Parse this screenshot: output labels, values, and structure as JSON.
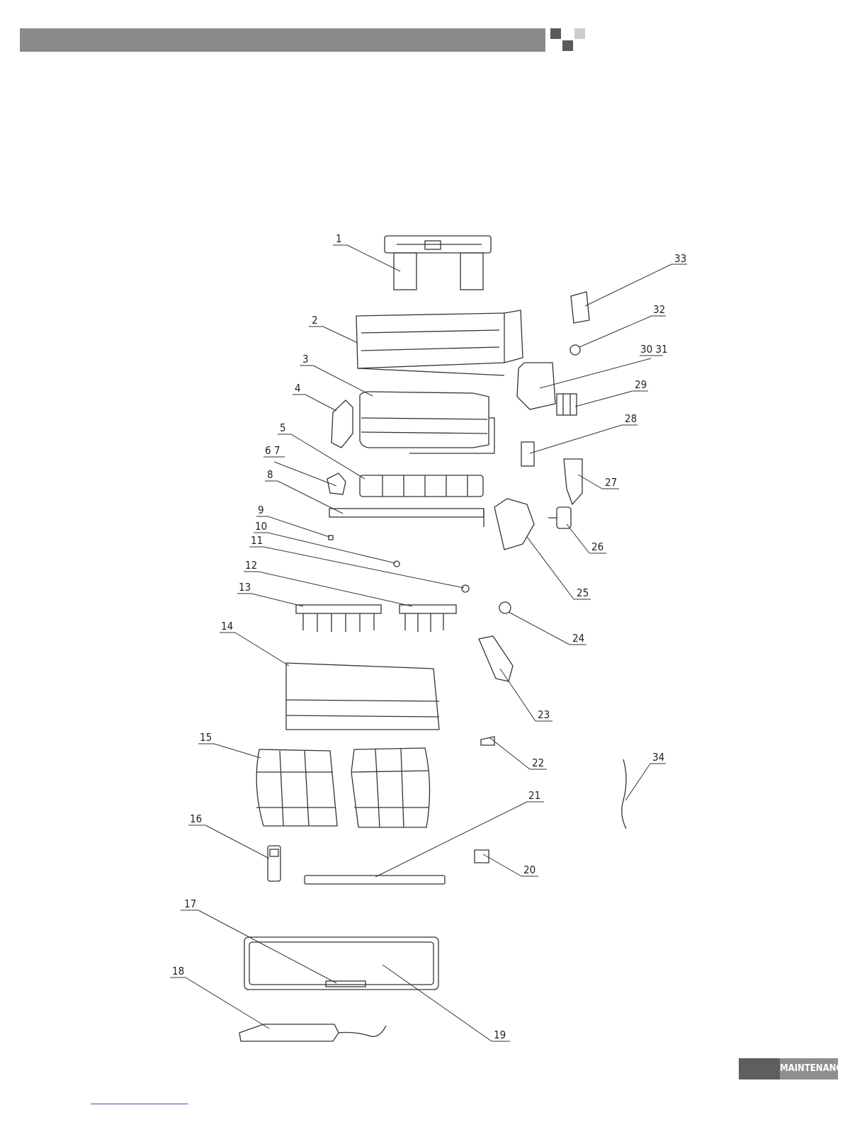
{
  "header": {
    "bar_color": "#8a8a8a",
    "squares": [
      {
        "color": "#5a5a5a"
      },
      {
        "color": "#cccccc"
      },
      {
        "color": "#5a5a5a"
      }
    ]
  },
  "diagram": {
    "callouts": [
      "1",
      "2",
      "3",
      "4",
      "5",
      "6 7",
      "8",
      "9",
      "10",
      "11",
      "12",
      "13",
      "14",
      "15",
      "16",
      "17",
      "18",
      "19",
      "20",
      "21",
      "22",
      "23",
      "24",
      "25",
      "26",
      "27",
      "28",
      "29",
      "30 31",
      "32",
      "33",
      "34"
    ]
  },
  "footer": {
    "section_label": "MAINTENANCE",
    "dark_color": "#5e5e5e",
    "light_color": "#8e8e8e"
  }
}
